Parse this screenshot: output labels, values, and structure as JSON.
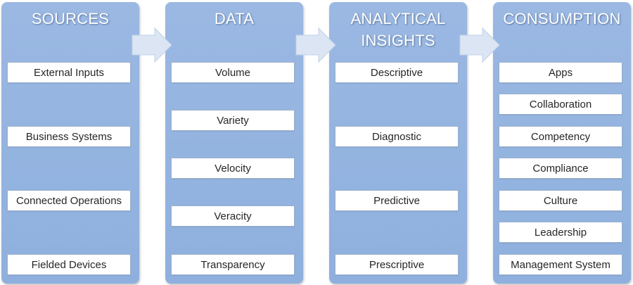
{
  "columns": [
    {
      "title_lines": [
        "SOURCES"
      ],
      "items": [
        "External Inputs",
        "Business Systems",
        "Connected Operations",
        "Fielded Devices"
      ]
    },
    {
      "title_lines": [
        "DATA"
      ],
      "items": [
        "Volume",
        "Variety",
        "Velocity",
        "Veracity",
        "Transparency"
      ]
    },
    {
      "title_lines": [
        "ANALYTICAL",
        "INSIGHTS"
      ],
      "items": [
        "Descriptive",
        "Diagnostic",
        "Predictive",
        "Prescriptive"
      ]
    },
    {
      "title_lines": [
        "CONSUMPTION"
      ],
      "items": [
        "Apps",
        "Collaboration",
        "Competency",
        "Compliance",
        "Culture",
        "Leadership",
        "Management System"
      ]
    }
  ],
  "colors": {
    "column_fill": "#8fb0de",
    "arrow_fill": "#dbe5f3",
    "title_text": "#ffffff",
    "item_fill": "#ffffff"
  },
  "icons": [
    "right-arrow-icon"
  ]
}
